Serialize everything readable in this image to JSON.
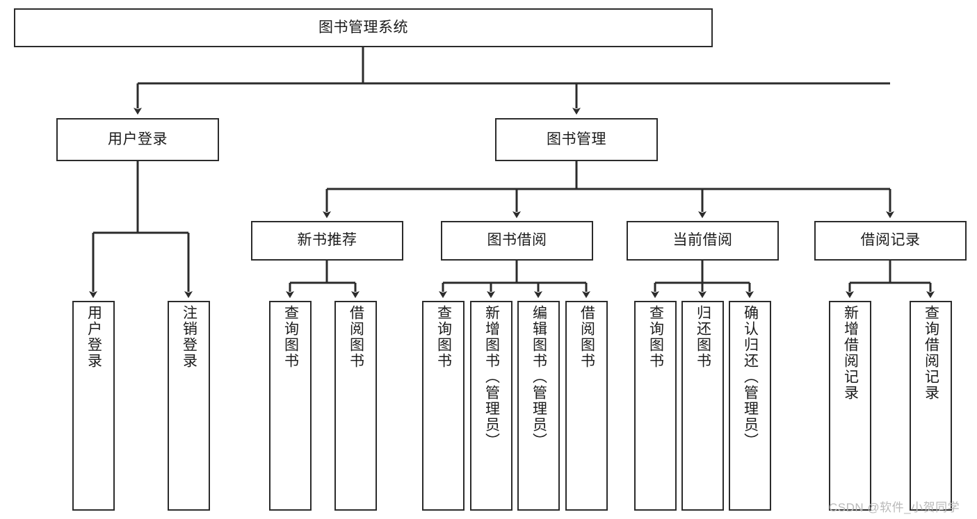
{
  "diagram": {
    "type": "hierarchy-tree",
    "title": "图书管理系统",
    "nodes": {
      "root": {
        "label": "图书管理系统",
        "level": 0,
        "orientation": "horizontal"
      },
      "n_user_login": {
        "label": "用户登录",
        "level": 1,
        "orientation": "horizontal"
      },
      "n_book_mgmt": {
        "label": "图书管理",
        "level": 1,
        "orientation": "horizontal"
      },
      "n_new_book_rec": {
        "label": "新书推荐",
        "level": 2,
        "orientation": "horizontal"
      },
      "n_book_borrow": {
        "label": "图书借阅",
        "level": 2,
        "orientation": "horizontal"
      },
      "n_current_borrow": {
        "label": "当前借阅",
        "level": 2,
        "orientation": "horizontal"
      },
      "n_borrow_record": {
        "label": "借阅记录",
        "level": 2,
        "orientation": "horizontal"
      },
      "l_user_login": {
        "label": "用户登录",
        "level": 3,
        "orientation": "vertical"
      },
      "l_logout": {
        "label": "注销登录",
        "level": 3,
        "orientation": "vertical"
      },
      "l_query_book_1": {
        "label": "查询图书",
        "level": 3,
        "orientation": "vertical"
      },
      "l_borrow_book_1": {
        "label": "借阅图书",
        "level": 3,
        "orientation": "vertical"
      },
      "l_query_book_2": {
        "label": "查询图书",
        "level": 3,
        "orientation": "vertical"
      },
      "l_add_book": {
        "label": "新增图书（管理员）",
        "level": 3,
        "orientation": "vertical"
      },
      "l_edit_book": {
        "label": "编辑图书（管理员）",
        "level": 3,
        "orientation": "vertical"
      },
      "l_borrow_book_2": {
        "label": "借阅图书",
        "level": 3,
        "orientation": "vertical"
      },
      "l_query_book_3": {
        "label": "查询图书",
        "level": 3,
        "orientation": "vertical"
      },
      "l_return_book": {
        "label": "归还图书",
        "level": 3,
        "orientation": "vertical"
      },
      "l_confirm_return": {
        "label": "确认归还（管理员）",
        "level": 3,
        "orientation": "vertical"
      },
      "l_add_record": {
        "label": "新增借阅记录",
        "level": 3,
        "orientation": "vertical"
      },
      "l_query_record": {
        "label": "查询借阅记录",
        "level": 3,
        "orientation": "vertical"
      }
    },
    "edges": [
      {
        "from": "root",
        "to": "n_user_login"
      },
      {
        "from": "root",
        "to": "n_book_mgmt"
      },
      {
        "from": "n_user_login",
        "to": "l_user_login"
      },
      {
        "from": "n_user_login",
        "to": "l_logout"
      },
      {
        "from": "n_book_mgmt",
        "to": "n_new_book_rec"
      },
      {
        "from": "n_book_mgmt",
        "to": "n_book_borrow"
      },
      {
        "from": "n_book_mgmt",
        "to": "n_current_borrow"
      },
      {
        "from": "n_book_mgmt",
        "to": "n_borrow_record"
      },
      {
        "from": "n_new_book_rec",
        "to": "l_query_book_1"
      },
      {
        "from": "n_new_book_rec",
        "to": "l_borrow_book_1"
      },
      {
        "from": "n_book_borrow",
        "to": "l_query_book_2"
      },
      {
        "from": "n_book_borrow",
        "to": "l_add_book"
      },
      {
        "from": "n_book_borrow",
        "to": "l_edit_book"
      },
      {
        "from": "n_book_borrow",
        "to": "l_borrow_book_2"
      },
      {
        "from": "n_current_borrow",
        "to": "l_query_book_3"
      },
      {
        "from": "n_current_borrow",
        "to": "l_return_book"
      },
      {
        "from": "n_current_borrow",
        "to": "l_confirm_return"
      },
      {
        "from": "n_borrow_record",
        "to": "l_add_record"
      },
      {
        "from": "n_borrow_record",
        "to": "l_query_record"
      }
    ],
    "colors": {
      "box_border": "#2b2b2b",
      "box_fill": "#ffffff",
      "text": "#1b1b1b",
      "edge": "#2b2b2b",
      "background": "#ffffff",
      "watermark": "#b9b9b9"
    }
  },
  "watermark": {
    "text": "CSDN @软件_小贺同学"
  }
}
